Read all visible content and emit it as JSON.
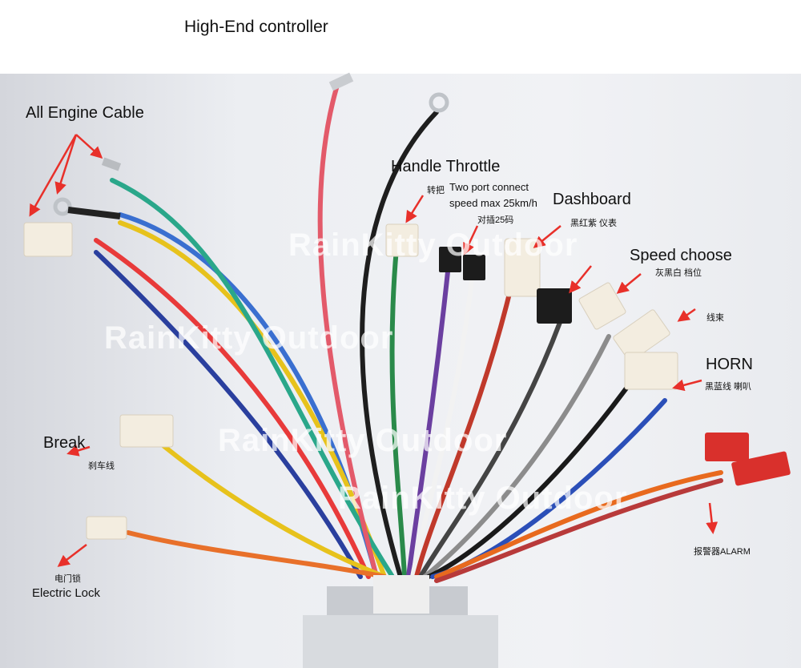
{
  "header": {
    "title": "High-End controller"
  },
  "labels": {
    "engine_cable": "All Engine Cable",
    "handle_throttle": "Handle Throttle",
    "throttle_cn": "转把",
    "two_port": "Two port connect",
    "speed_max": "speed max 25km/h",
    "plug_cn": "对插25码",
    "dashboard": "Dashboard",
    "dashboard_cn": "黑红紫  仪表",
    "speed_choose": "Speed choose",
    "speed_choose_cn": "灰黑白  档位",
    "harness_cn": "线束",
    "horn": "HORN",
    "horn_cn": "黑蓝线  喇叭",
    "brake": "Break",
    "brake_cn": "刹车线",
    "lock_cn": "电门锁",
    "lock": "Electric Lock",
    "alarm": "报警器ALARM"
  },
  "watermark": "RainKitty Outdoor",
  "colors": {
    "arrow": "#e8302a",
    "housing": "#c8cbd0",
    "connector": "#f3ede0",
    "red_terminal": "#d9302c"
  }
}
